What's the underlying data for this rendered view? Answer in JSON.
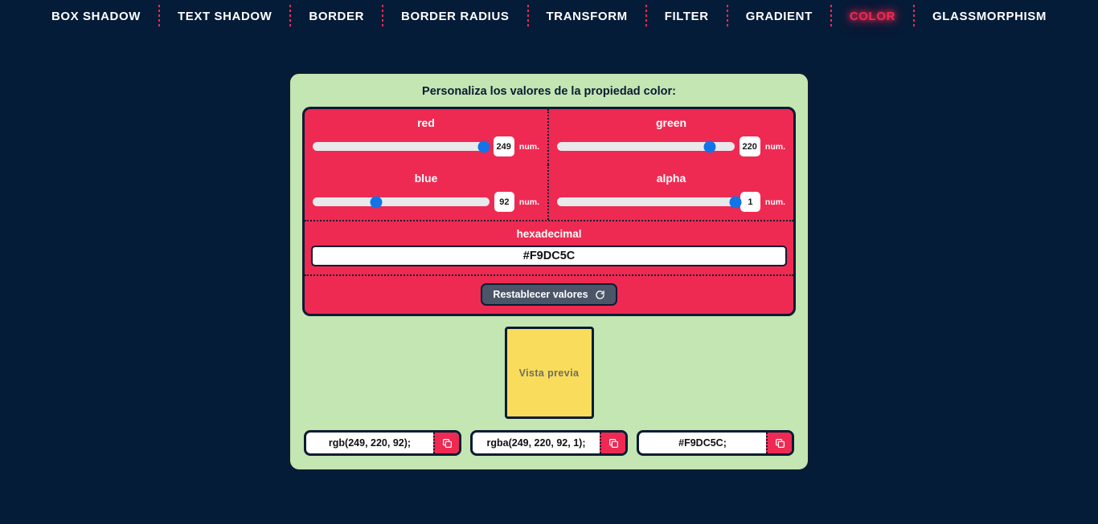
{
  "nav": {
    "items": [
      {
        "label": "BOX SHADOW",
        "active": false
      },
      {
        "label": "TEXT SHADOW",
        "active": false
      },
      {
        "label": "BORDER",
        "active": false
      },
      {
        "label": "BORDER RADIUS",
        "active": false
      },
      {
        "label": "TRANSFORM",
        "active": false
      },
      {
        "label": "FILTER",
        "active": false
      },
      {
        "label": "GRADIENT",
        "active": false
      },
      {
        "label": "COLOR",
        "active": true
      },
      {
        "label": "GLASSMORPHISM",
        "active": false
      }
    ]
  },
  "panel": {
    "title": "Personaliza los valores de la propiedad color:",
    "sliders": [
      {
        "name": "red",
        "value": "249",
        "unit": "num.",
        "percent": 97.6
      },
      {
        "name": "green",
        "value": "220",
        "unit": "num.",
        "percent": 86.3
      },
      {
        "name": "blue",
        "value": "92",
        "unit": "num.",
        "percent": 36.1
      },
      {
        "name": "alpha",
        "value": "1",
        "unit": "num.",
        "percent": 100
      }
    ],
    "hex": {
      "label": "hexadecimal",
      "value": "#F9DC5C"
    },
    "reset": {
      "label": "Restablecer valores",
      "icon": "refresh-icon"
    },
    "preview": {
      "label": "Vista previa",
      "color": "#F9DC5C"
    },
    "outputs": [
      {
        "value": "rgb(249, 220, 92);",
        "icon": "copy-icon"
      },
      {
        "value": "rgba(249, 220, 92, 1);",
        "icon": "copy-icon"
      },
      {
        "value": "#F9DC5C;",
        "icon": "copy-icon"
      }
    ]
  },
  "colors": {
    "background": "#041C38",
    "panel_bg": "#C3E6B2",
    "card_bg": "#EE2A52",
    "accent": "#EE2A52",
    "outline": "#0B1B33",
    "thumb": "#1274E8",
    "reset_bg": "#4A5568",
    "preview": "#F9DC5C"
  }
}
